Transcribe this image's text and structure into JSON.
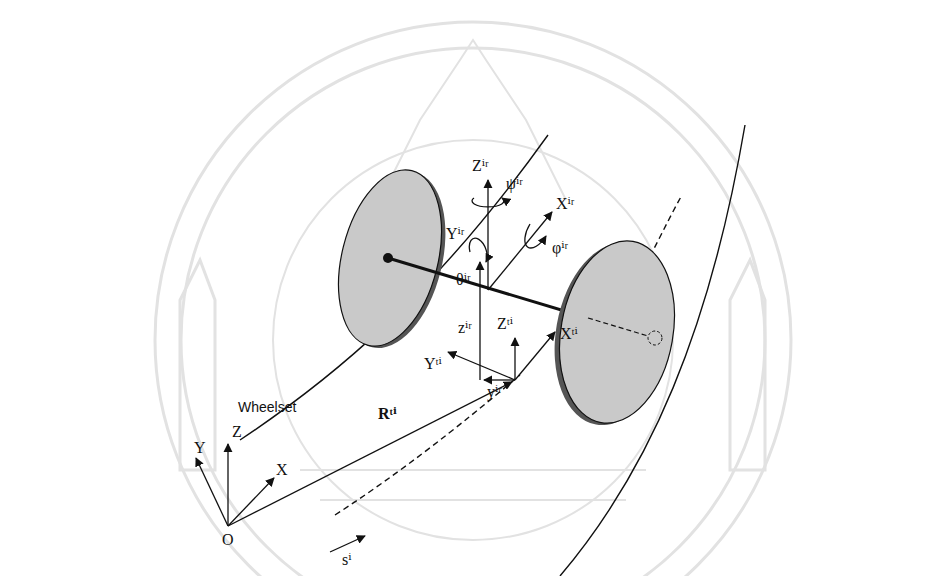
{
  "diagram": {
    "labels": [
      "Wheelset",
      "Zⁱʳ",
      "ψⁱʳ",
      "Xⁱʳ",
      "Yⁱʳ",
      "φⁱʳ",
      "θⁱʳ",
      "zⁱʳ",
      "Zᵗⁱ",
      "Xᵗⁱ",
      "Yᵗⁱ",
      "yⁱʳ",
      "Rᵗⁱ",
      "Z",
      "Y",
      "X",
      "O",
      "sⁱ"
    ]
  }
}
